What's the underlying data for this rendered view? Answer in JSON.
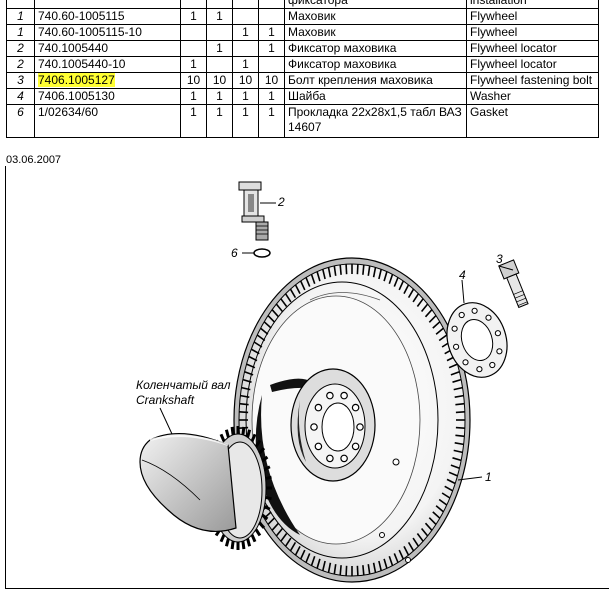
{
  "table": {
    "rows": [
      {
        "pos": "",
        "number": "",
        "q1": "",
        "q2": "",
        "q3": "",
        "q4": "",
        "name_ru": "фиксатора",
        "name_en": "installation",
        "highlight": false
      },
      {
        "pos": "1",
        "number": "740.60-1005115",
        "q1": "1",
        "q2": "1",
        "q3": "",
        "q4": "",
        "name_ru": "Маховик",
        "name_en": "Flywheel",
        "highlight": false
      },
      {
        "pos": "1",
        "number": "740.60-1005115-10",
        "q1": "",
        "q2": "",
        "q3": "1",
        "q4": "1",
        "name_ru": "Маховик",
        "name_en": "Flywheel",
        "highlight": false
      },
      {
        "pos": "2",
        "number": "740.1005440",
        "q1": "",
        "q2": "1",
        "q3": "",
        "q4": "1",
        "name_ru": "Фиксатор маховика",
        "name_en": "Flywheel locator",
        "highlight": false
      },
      {
        "pos": "2",
        "number": "740.1005440-10",
        "q1": "1",
        "q2": "",
        "q3": "1",
        "q4": "",
        "name_ru": "Фиксатор маховика",
        "name_en": "Flywheel locator",
        "highlight": false
      },
      {
        "pos": "3",
        "number": "7406.1005127",
        "q1": "10",
        "q2": "10",
        "q3": "10",
        "q4": "10",
        "name_ru": "Болт крепления маховика",
        "name_en": "Flywheel fastening bolt",
        "highlight": true
      },
      {
        "pos": "4",
        "number": "7406.1005130",
        "q1": "1",
        "q2": "1",
        "q3": "1",
        "q4": "1",
        "name_ru": "Шайба",
        "name_en": "Washer",
        "highlight": false
      },
      {
        "pos": "6",
        "number": "1/02634/60",
        "q1": "1",
        "q2": "1",
        "q3": "1",
        "q4": "1",
        "name_ru": "Прокладка 22х28х1,5 табл ВАЗ 14607",
        "name_en": "Gasket",
        "highlight": false
      }
    ]
  },
  "document": {
    "date": "03.06.2007"
  },
  "drawing": {
    "callouts": {
      "c1": "1",
      "c2": "2",
      "c3": "3",
      "c4": "4",
      "c6": "6"
    },
    "crankshaft_ru": "Коленчатый вал",
    "crankshaft_en": "Crankshaft"
  },
  "colors": {
    "highlight": "#ffff33",
    "line": "#000000"
  }
}
